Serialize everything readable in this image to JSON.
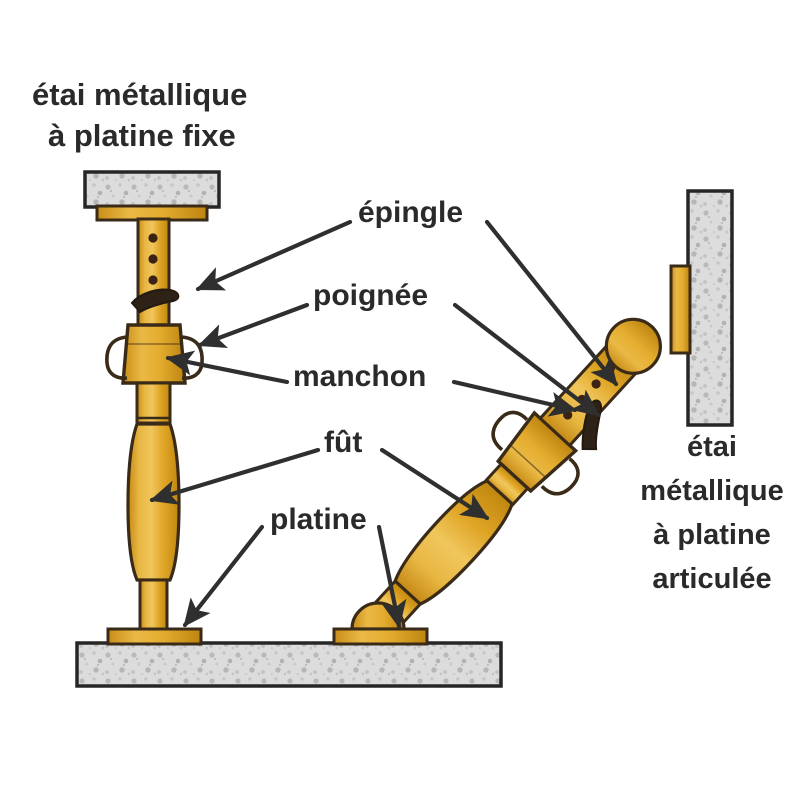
{
  "diagram": {
    "title_left": {
      "line1": "étai métallique",
      "line2": "à platine fixe"
    },
    "title_right": {
      "line1": "étai",
      "line2": "métallique",
      "line3": "à platine",
      "line4": "articulée"
    },
    "callouts": [
      {
        "id": "epingle",
        "label": "épingle"
      },
      {
        "id": "poignee",
        "label": "poignée"
      },
      {
        "id": "manchon",
        "label": "manchon"
      },
      {
        "id": "fut",
        "label": "fût"
      },
      {
        "id": "platine",
        "label": "platine"
      }
    ],
    "colors": {
      "steel_orange": "#e0a227",
      "steel_orange_light": "#edbb4e",
      "steel_outline": "#3a2a18",
      "concrete_fill": "#d9d9d9",
      "concrete_outline": "#2b2b2b",
      "leader_line": "#2f2f2f",
      "text": "#2a2a2a",
      "background": "#ffffff"
    },
    "parts": {
      "top_beam": "concrete-beam-top",
      "floor_slab": "concrete-floor-slab",
      "wall_panel": "concrete-wall-panel",
      "vertical_prop": "vertical-prop-fixed-base",
      "inclined_prop": "inclined-prop-articulated-base"
    }
  }
}
